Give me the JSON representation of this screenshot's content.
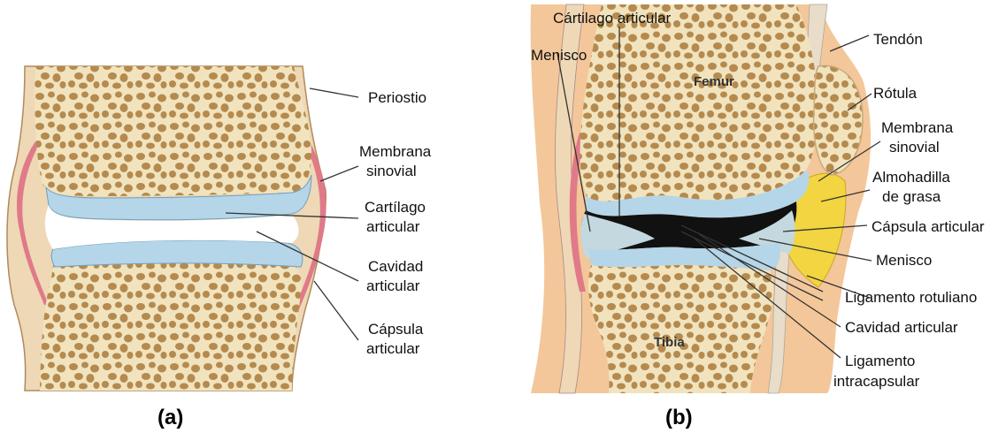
{
  "panel_a": {
    "caption": "(a)",
    "labels": {
      "periostio": "Periostio",
      "membrana_1": "Membrana",
      "membrana_2": "sinovial",
      "cartilago_1": "Cartílago",
      "cartilago_2": "articular",
      "cavidad_1": "Cavidad",
      "cavidad_2": "articular",
      "capsula_1": "Cápsula",
      "capsula_2": "articular"
    }
  },
  "panel_b": {
    "caption": "(b)",
    "bones": {
      "femur": "Femur",
      "tibia": "Tibia"
    },
    "labels": {
      "cartilago": "Cártilago articular",
      "menisco_left": "Menisco",
      "tendon": "Tendón",
      "rotula": "Rótula",
      "membrana_1": "Membrana",
      "membrana_2": "sinovial",
      "almohadilla_1": "Almohadilla",
      "almohadilla_2": "de grasa",
      "capsula": "Cápsula articular",
      "menisco_right": "Menisco",
      "ligamento_rotuliano": "Ligamento rotuliano",
      "cavidad": "Cavidad articular",
      "ligamento_intra_1": "Ligamento",
      "ligamento_intra_2": "intracapsular"
    }
  },
  "colors": {
    "bone": "#f1e3bd",
    "pore": "#b58a4f",
    "cartilage": "#b5d6e8",
    "synovial": "#e07a88",
    "capsule": "#eed8b6",
    "skin": "#f3c79a",
    "fat": "#f2d540",
    "meniscus": "#c3d9df",
    "cavity": "#111111"
  }
}
